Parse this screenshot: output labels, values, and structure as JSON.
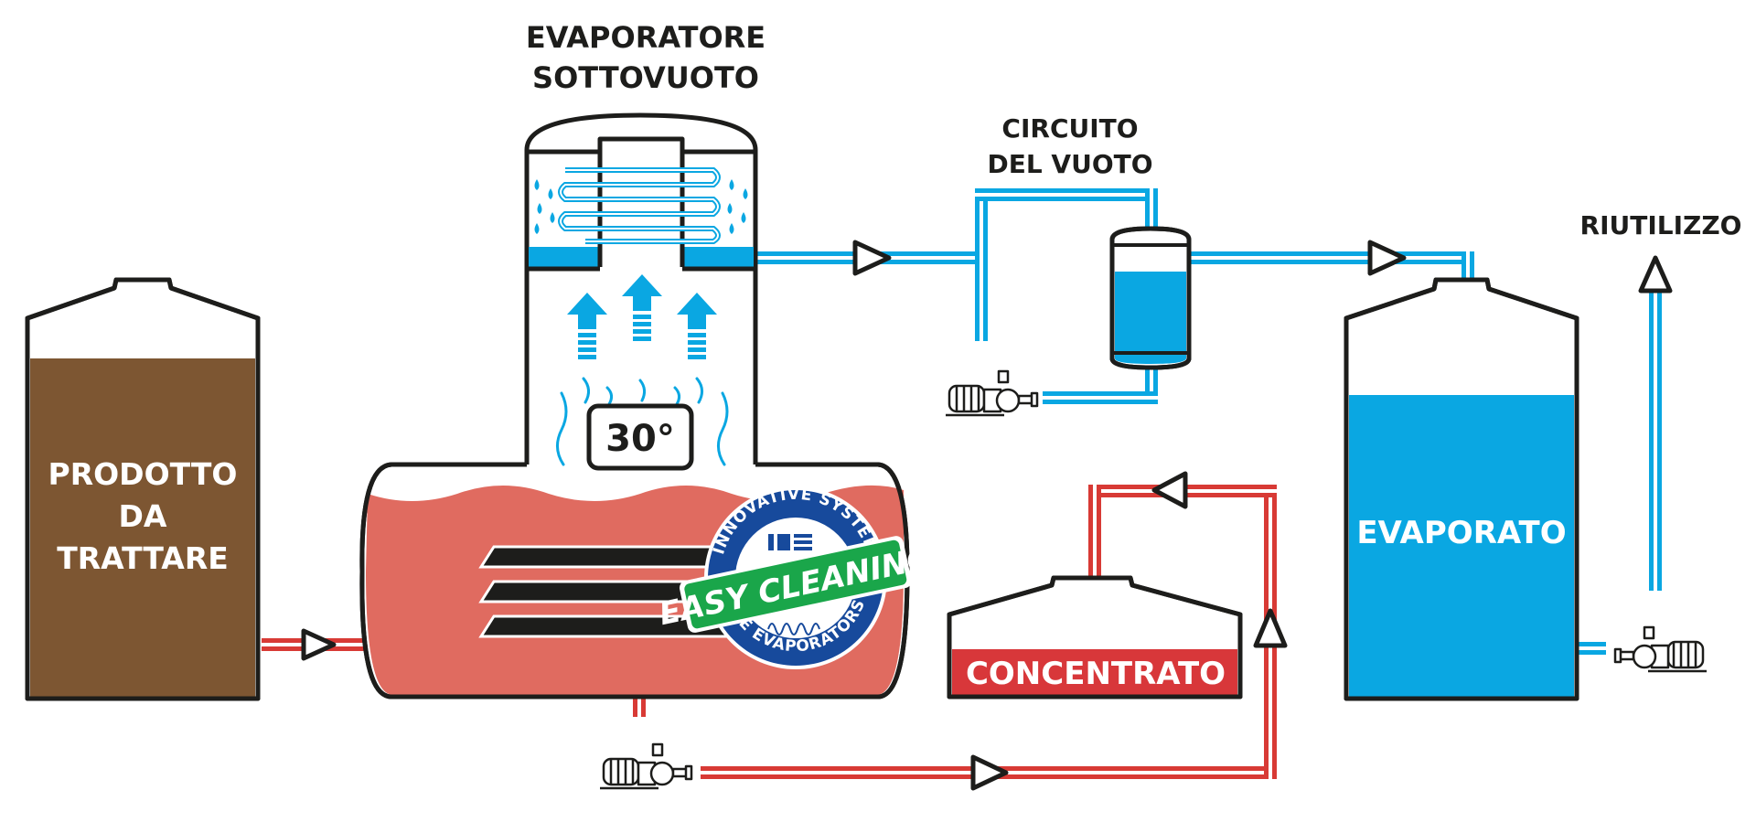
{
  "labels": {
    "evaporator_line1": "EVAPORATORE",
    "evaporator_line2": "SOTTOVUOTO",
    "vacuum_line1": "CIRCUITO",
    "vacuum_line2": "DEL VUOTO",
    "reuse": "RIUTILIZZO",
    "feed_line1": "PRODOTTO",
    "feed_line2": "DA",
    "feed_line3": "TRATTARE",
    "concentrate": "CONCENTRATO",
    "distillate": "EVAPORATO",
    "temperature": "30°"
  },
  "badge": {
    "top_text": "INNOVATIVE SYSTEM",
    "banner_text": "EASY CLEANING",
    "bottom_text": "IWE EVAPORATORS"
  },
  "colors": {
    "product_brown": "#7d5632",
    "salmon": "#e06b60",
    "water_blue": "#0aa7e2",
    "red_pipe": "#d83a35",
    "concentrate_red": "#d8373a",
    "badge_navy": "#174a9c",
    "badge_green": "#1aa64a",
    "outline": "#1d1d1b"
  }
}
